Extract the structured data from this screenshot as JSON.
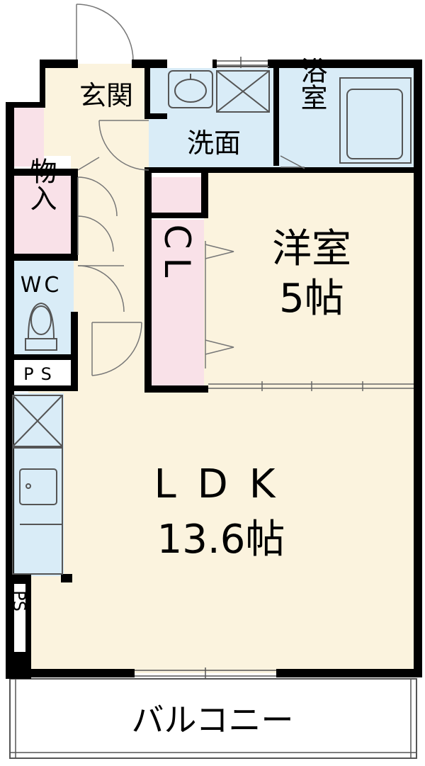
{
  "colors": {
    "wall": "#000000",
    "living_floor": "#fbf3de",
    "wet_area": "#d9ecf7",
    "storage": "#f9e1e8",
    "balcony": "#ffffff",
    "line": "#555555"
  },
  "rooms": {
    "genkan": "玄関",
    "senmen": "洗面",
    "yokushitsu": "浴室",
    "youshitsu": "洋室",
    "youshitsu_size": "5帖",
    "cl": "CL",
    "monoire": "物入",
    "wc": "WC",
    "ps_top": "PS",
    "ldk": "LDK",
    "ldk_size": "13.6帖",
    "ps_side": "PS",
    "balcony": "バルコニー"
  }
}
